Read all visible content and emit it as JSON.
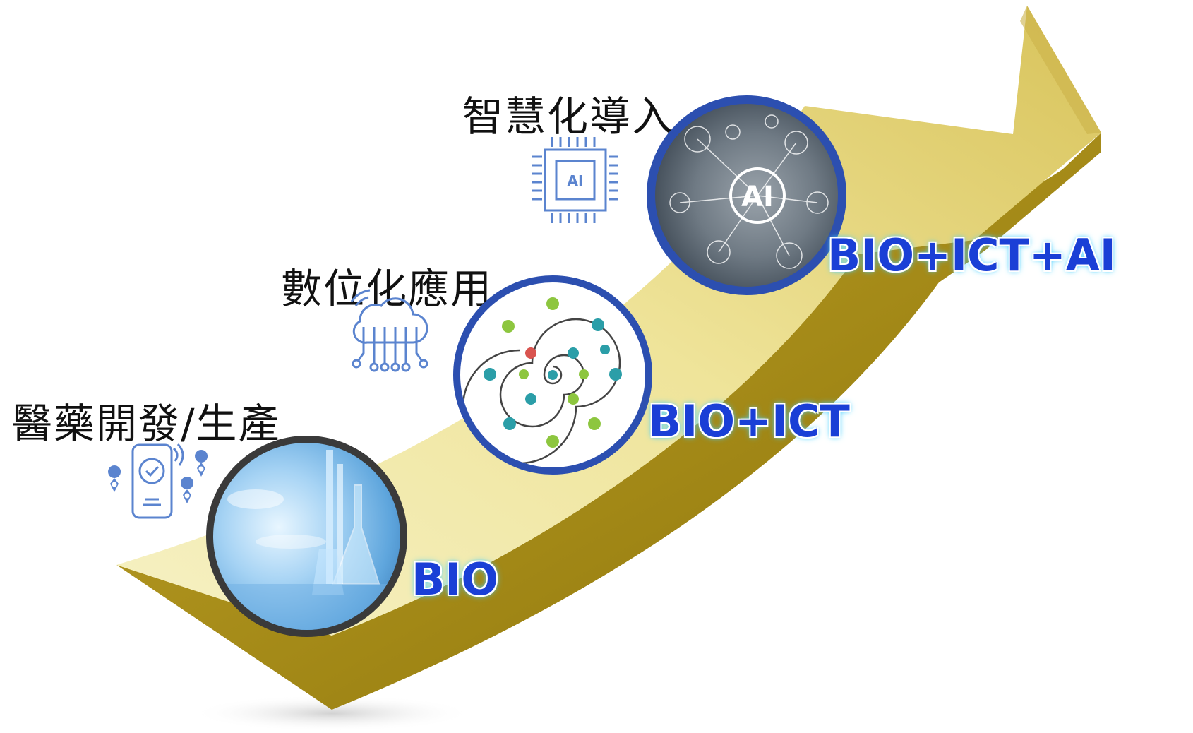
{
  "stages": [
    {
      "title": "醫藥開發/生產",
      "label": "BIO",
      "icon": "smartphone-check-location-icon",
      "image": "laboratory-glassware-photo"
    },
    {
      "title": "數位化應用",
      "label": "BIO+ICT",
      "icon": "cloud-network-icon",
      "image": "healthcare-network-diagram"
    },
    {
      "title": "智慧化導入",
      "label": "BIO+ICT+AI",
      "icon": "ai-chip-icon",
      "image": "ai-technology-photo",
      "chip_text": "AI"
    }
  ],
  "colors": {
    "arrow_top": "#f3eba8",
    "arrow_side": "#9a8410",
    "label_blue": "#1a3fd6",
    "ring_blue": "#2c4fb0",
    "icon_blue": "#5b84cf"
  }
}
